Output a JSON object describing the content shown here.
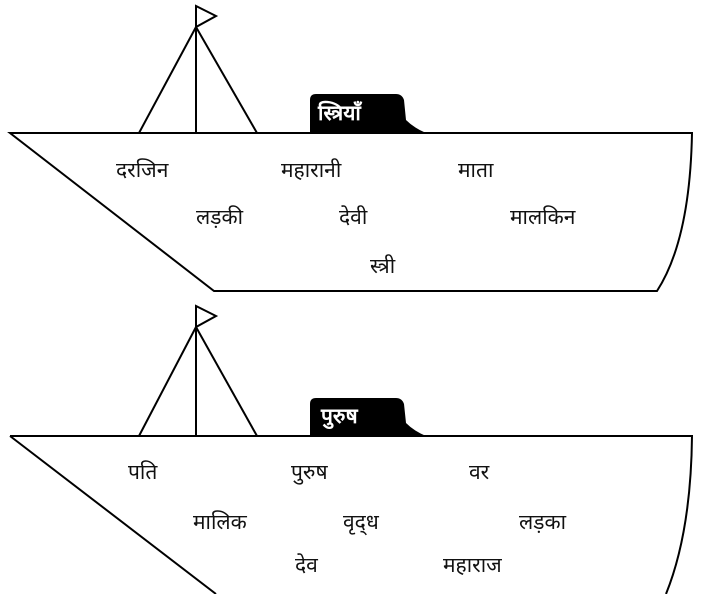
{
  "boats": [
    {
      "label": "स्त्रियाँ",
      "words": [
        "दरजिन",
        "महारानी",
        "माता",
        "लड़की",
        "देवी",
        "मालकिन",
        "स्त्री"
      ]
    },
    {
      "label": "पुरुष",
      "words": [
        "पति",
        "पुरुष",
        "वर",
        "मालिक",
        "वृद्‌ध",
        "लड़का",
        "देव",
        "महाराज"
      ]
    }
  ]
}
